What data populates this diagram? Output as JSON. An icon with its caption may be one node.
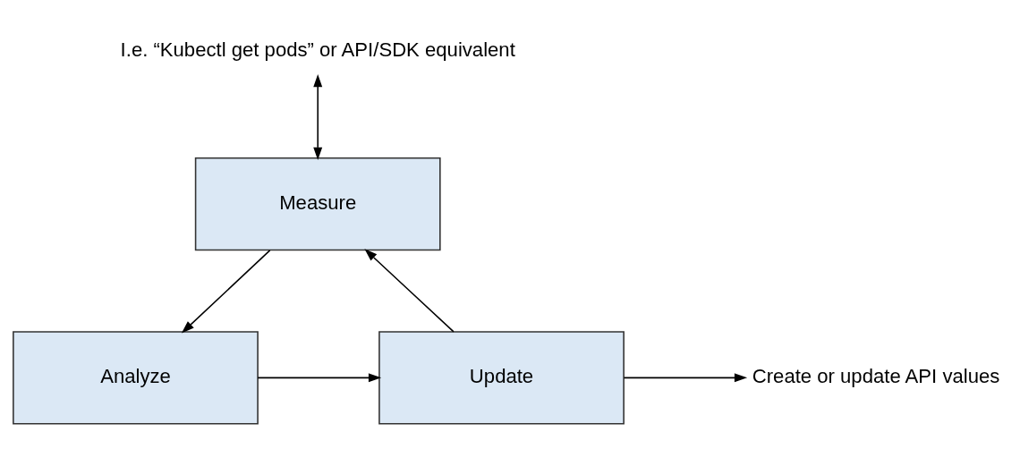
{
  "diagram": {
    "nodes": [
      {
        "text": [
          "I.e. “Kubectl get pods” or API/SDK equivalent"
        ]
      },
      {
        "text": [
          "Measure"
        ]
      },
      {
        "text": [
          "Create or update API values"
        ]
      },
      {
        "text": [
          "Update"
        ]
      },
      {
        "text": [
          "Analyze"
        ]
      }
    ],
    "edges": [
      {
        "from": 0,
        "to": 1,
        "arrow": "both"
      },
      {
        "from": 3,
        "to": 1,
        "arrow": "to"
      },
      {
        "from": 1,
        "to": 4,
        "arrow": "to"
      },
      {
        "from": 4,
        "to": 3,
        "arrow": "to"
      },
      {
        "from": 3,
        "to": 2,
        "arrow": "to"
      }
    ]
  }
}
